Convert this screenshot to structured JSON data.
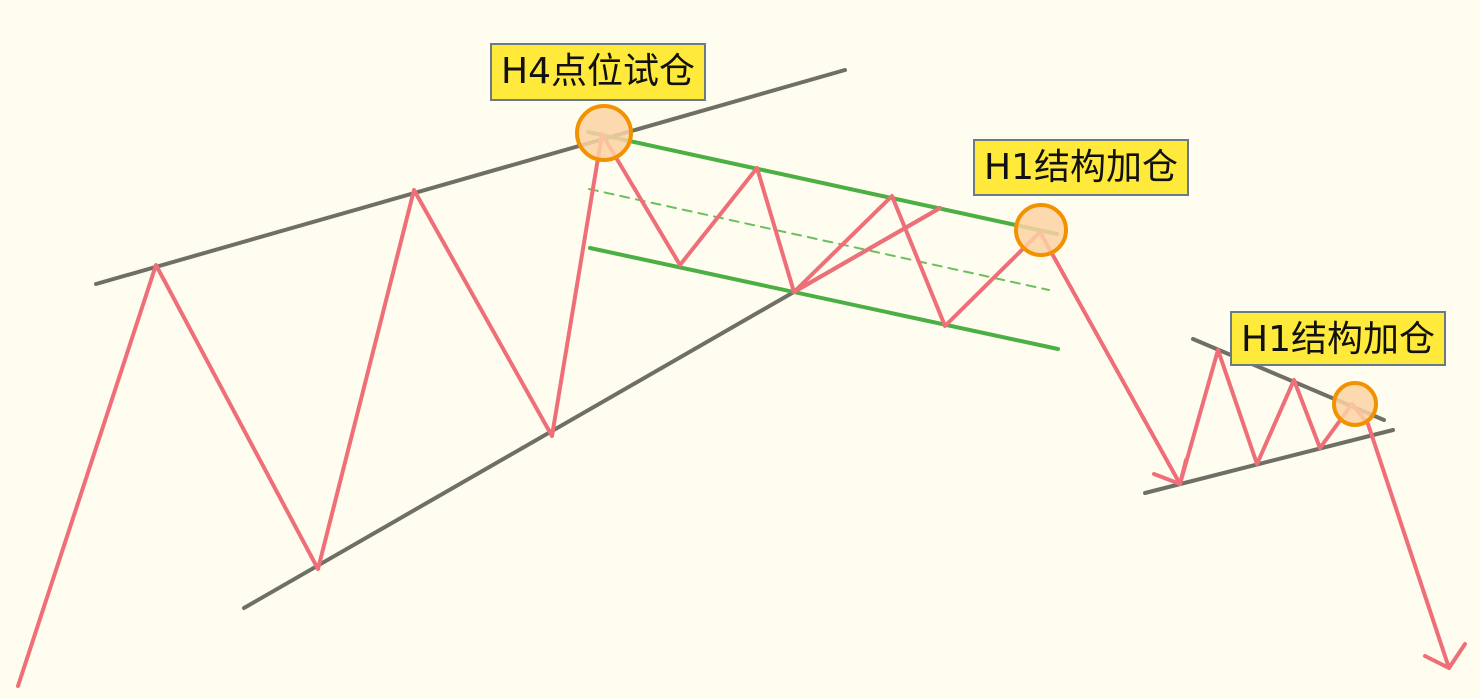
{
  "annotations": {
    "h4_entry": "H4点位试仓",
    "h1_add_first": "H1结构加仓",
    "h1_add_second": "H1结构加仓"
  },
  "colors": {
    "background": "#fffdf0",
    "price_path": "#ef6f78",
    "trendline": "#6f6f66",
    "channel": "#4caf44",
    "channel_midline": "#6cbf5c",
    "marker_fill": "#fbd2a3",
    "marker_stroke": "#f39200",
    "label_fill": "#ffe93b",
    "label_border": "#6b7b86"
  }
}
